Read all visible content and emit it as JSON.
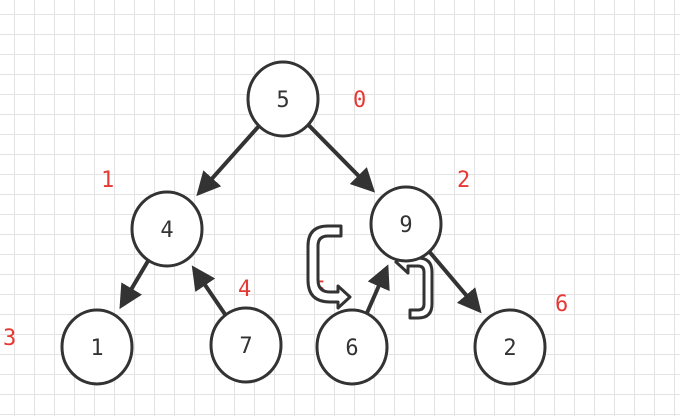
{
  "colors": {
    "stroke": "#333333",
    "index_label": "#e53935",
    "grid": "#e3e3e3"
  },
  "nodes": [
    {
      "id": "n0",
      "value": "5",
      "index": "0"
    },
    {
      "id": "n1",
      "value": "4",
      "index": "1"
    },
    {
      "id": "n2",
      "value": "9",
      "index": "2"
    },
    {
      "id": "n3",
      "value": "1",
      "index": "3"
    },
    {
      "id": "n4",
      "value": "7",
      "index": "4"
    },
    {
      "id": "n5",
      "value": "6",
      "index": "5"
    },
    {
      "id": "n6",
      "value": "2",
      "index": "6"
    }
  ],
  "edges": [
    {
      "from": "n0",
      "to": "n1"
    },
    {
      "from": "n0",
      "to": "n2"
    },
    {
      "from": "n1",
      "to": "n3"
    },
    {
      "from": "n4",
      "to": "n1"
    },
    {
      "from": "n5",
      "to": "n2"
    },
    {
      "from": "n2",
      "to": "n6"
    }
  ],
  "swap_icon": "swap-cycle-icon"
}
